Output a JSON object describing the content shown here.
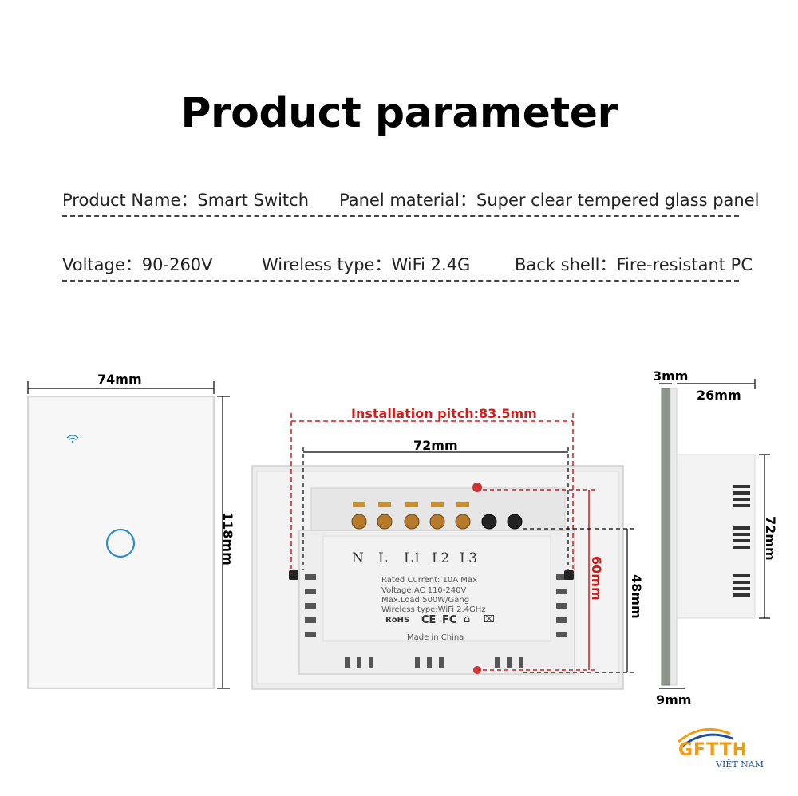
{
  "title": "Product parameter",
  "specs": [
    {
      "label": "Product Name：",
      "value": "Smart Switch"
    },
    {
      "label": "Panel material：",
      "value": "Super clear tempered glass panel"
    },
    {
      "label": "Voltage：",
      "value": "90-260V"
    },
    {
      "label": "Wireless type：",
      "value": "WiFi 2.4G"
    },
    {
      "label": "Back shell：",
      "value": "Fire-resistant PC"
    }
  ],
  "front": {
    "width": "74mm",
    "height": "118mm"
  },
  "back": {
    "pitch": "Installation pitch:83.5mm",
    "inner_width": "72mm",
    "height_60": "60mm",
    "height_48": "48mm",
    "terminals": [
      "N",
      "L",
      "L1",
      "L2",
      "L3"
    ],
    "rating": [
      "Rated Current: 10A Max",
      "Voltage:AC 110-240V",
      "Max.Load:500W/Gang",
      "Wireless type:WiFi 2.4GHz"
    ],
    "marks": [
      "RoHS",
      "CE",
      "FC"
    ],
    "origin": "Made in China"
  },
  "side": {
    "glass": "3mm",
    "depth": "26mm",
    "body_height": "72mm",
    "base": "9mm"
  },
  "logo": {
    "brand": "GFTTH",
    "sub": "VIỆT NAM"
  },
  "colors": {
    "accent": "#2a8fd0",
    "red": "#d31a1a",
    "logo_orange": "#f39c12",
    "logo_blue": "#1f4e9a"
  }
}
